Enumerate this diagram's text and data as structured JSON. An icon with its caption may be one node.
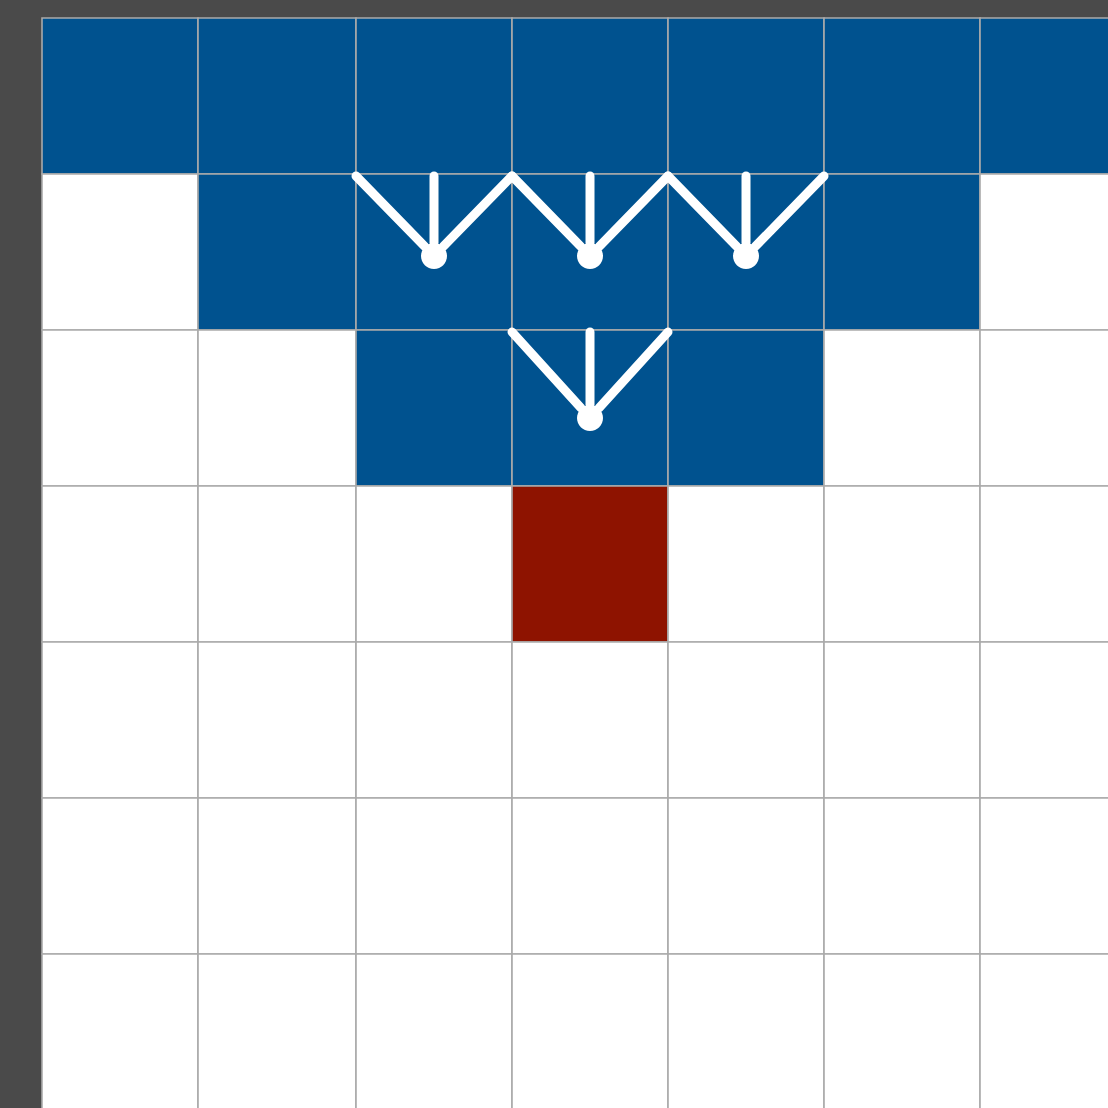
{
  "diagram": {
    "nodes": [
      {
        "text": [],
        "shape": "circle"
      },
      {
        "text": [],
        "shape": "circle"
      },
      {
        "text": [],
        "shape": "circle"
      },
      {
        "text": [],
        "shape": "circle"
      }
    ],
    "edges": [
      {
        "from": null,
        "to": 0,
        "arrow": "none"
      },
      {
        "from": null,
        "to": 0,
        "arrow": "none"
      },
      {
        "from": null,
        "to": 0,
        "arrow": "none"
      },
      {
        "from": null,
        "to": 1,
        "arrow": "none"
      },
      {
        "from": null,
        "to": 1,
        "arrow": "none"
      },
      {
        "from": null,
        "to": 1,
        "arrow": "none"
      },
      {
        "from": null,
        "to": 2,
        "arrow": "none"
      },
      {
        "from": null,
        "to": 2,
        "arrow": "none"
      },
      {
        "from": null,
        "to": 2,
        "arrow": "none"
      },
      {
        "from": null,
        "to": 3,
        "arrow": "none"
      },
      {
        "from": null,
        "to": 3,
        "arrow": "none"
      },
      {
        "from": null,
        "to": 3,
        "arrow": "none"
      }
    ]
  }
}
